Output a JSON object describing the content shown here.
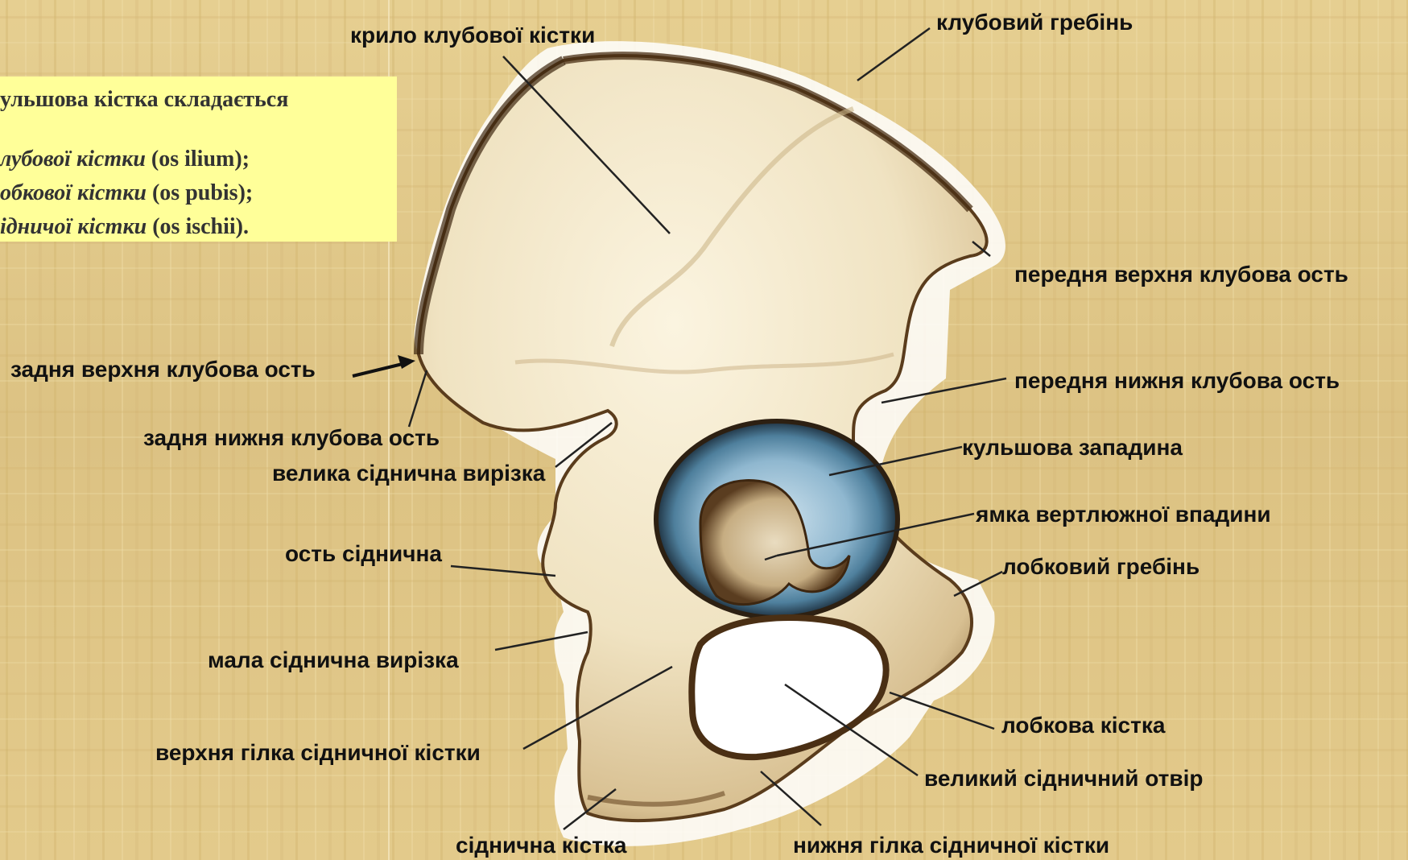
{
  "colors": {
    "background": "#e2c98a",
    "intro_box": "#ffff99",
    "bone_light": "#f6ecd2",
    "bone_shadow": "#6a4a25",
    "acetabulum": "#8fb7cf",
    "leader_line": "#222222"
  },
  "intro": {
    "line1": "ульшова кістка складається",
    "items": [
      {
        "italic": "лубової кістки",
        "normal": " (os ilium);"
      },
      {
        "italic": "обкової кістки",
        "normal": " (os pubis);"
      },
      {
        "italic": "ідничої кістки",
        "normal": " (os ischii)."
      }
    ]
  },
  "labels": {
    "wing": "крило клубової кістки",
    "crest": "клубовий гребінь",
    "asis": "передня верхня клубова ость",
    "psis": "задня верхня клубова ость",
    "aiis": "передня нижня клубова ость",
    "piis": "задня нижня клубова ость",
    "acetabulum": "кульшова западина",
    "greater_notch": "велика сіднична вирізка",
    "fossa": "ямка вертлюжної впадини",
    "ischial_spine": "ость сіднична",
    "pubic_crest": "лобковий гребінь",
    "lesser_notch": "мала сіднична вирізка",
    "upper_ramus": "верхня гілка сідничної кістки",
    "pubic_bone": "лобкова кістка",
    "foramen": "великий сідничний отвір",
    "ischium": "сіднична кістка",
    "lower_ramus": "нижня гілка сідничної кістки"
  }
}
